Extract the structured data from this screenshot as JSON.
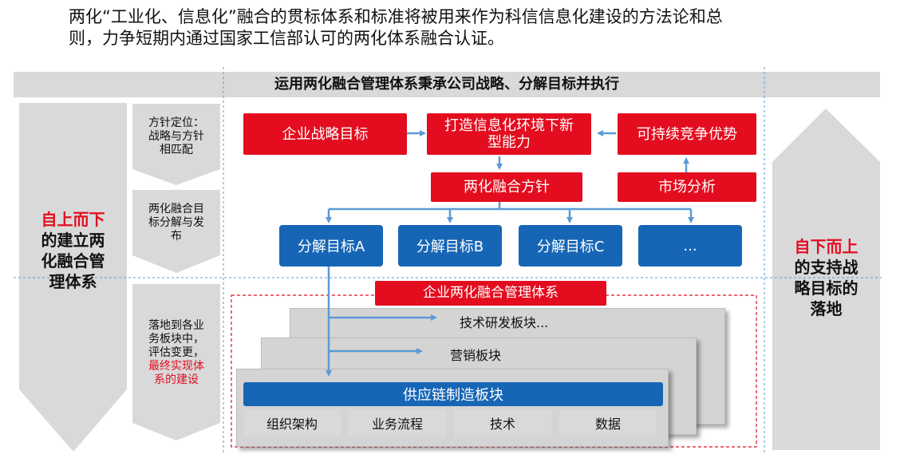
{
  "intro": {
    "line1": "两化“工业化、信息化”融合的贯标体系和标准将被用来作为科信信息化建设的方法论和总",
    "line2": "则，力争短期内通过国家工信部认可的两化体系融合认证。"
  },
  "banner": "运用两化融合管理体系秉承公司战略、分解目标并执行",
  "left": {
    "top": "自上而下",
    "rest": [
      "的建立两",
      "化融合管",
      "理体系"
    ]
  },
  "right": {
    "top": "自下而上",
    "rest": [
      "的支持战",
      "略目标的",
      "落地"
    ]
  },
  "steps": {
    "s1": [
      "方针定位：",
      "战略与方针",
      "相匹配"
    ],
    "s2": [
      "两化融合目",
      "标分解与发",
      "布"
    ],
    "s3_plain": [
      "落地到各业",
      "务板块中，",
      "评估变更，"
    ],
    "s3_highlight": [
      "最终实现体",
      "系的建设"
    ]
  },
  "red_boxes": {
    "strategy": "企业战略目标",
    "capability": [
      "打造信息化环境下新",
      "型能力"
    ],
    "advantage": "可持续竞争优势",
    "policy": "两化融合方针",
    "market": "市场分析"
  },
  "blue_boxes": [
    "分解目标A",
    "分解目标B",
    "分解目标C",
    "..."
  ],
  "system_title": "企业两化融合管理体系",
  "layers": {
    "tech": "技术研发板块...",
    "marketing": "营销板块",
    "supply": "供应链制造板块",
    "cells": [
      "组织架构",
      "业务流程",
      "技术",
      "数据"
    ]
  },
  "colors": {
    "red": "#e30d1f",
    "blue": "#1766b6",
    "gray": "#d9d9d9",
    "arrow": "#5b9bd5"
  }
}
